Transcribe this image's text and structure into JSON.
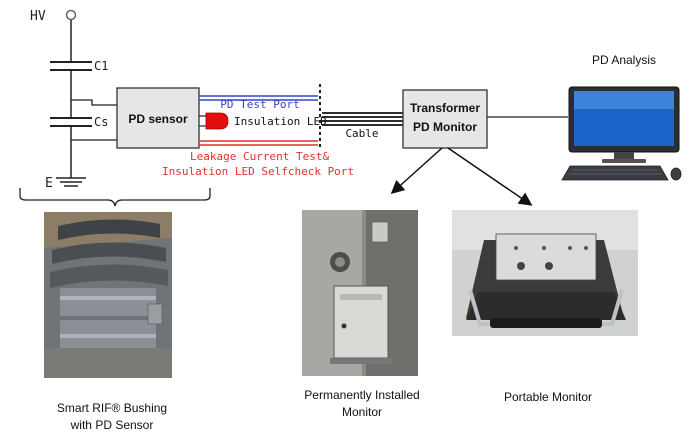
{
  "diagram": {
    "hv_label": "HV",
    "c1_label": "C1",
    "cs_label": "Cs",
    "ground_label": "E",
    "pd_sensor_label": "PD sensor",
    "pd_test_port_label": "PD Test Port",
    "insulation_led_label": "Insulation LED",
    "cable_label": "Cable",
    "leakage_line1": "Leakage Current Test&",
    "leakage_line2": "Insulation LED Selfcheck Port",
    "monitor_line1": "Transformer",
    "monitor_line2": "PD Monitor",
    "pd_analysis_label": "PD Analysis"
  },
  "captions": {
    "bushing_line1": "Smart RIF® Bushing",
    "bushing_line2": "with PD Sensor",
    "installed_line1": "Permanently Installed",
    "installed_line2": "Monitor",
    "portable": "Portable Monitor"
  },
  "colors": {
    "pd_test_port": "#3344cc",
    "leakage_port": "#e03030",
    "led": "#e01010",
    "box_fill": "#e8e8e8",
    "line": "#222222"
  }
}
